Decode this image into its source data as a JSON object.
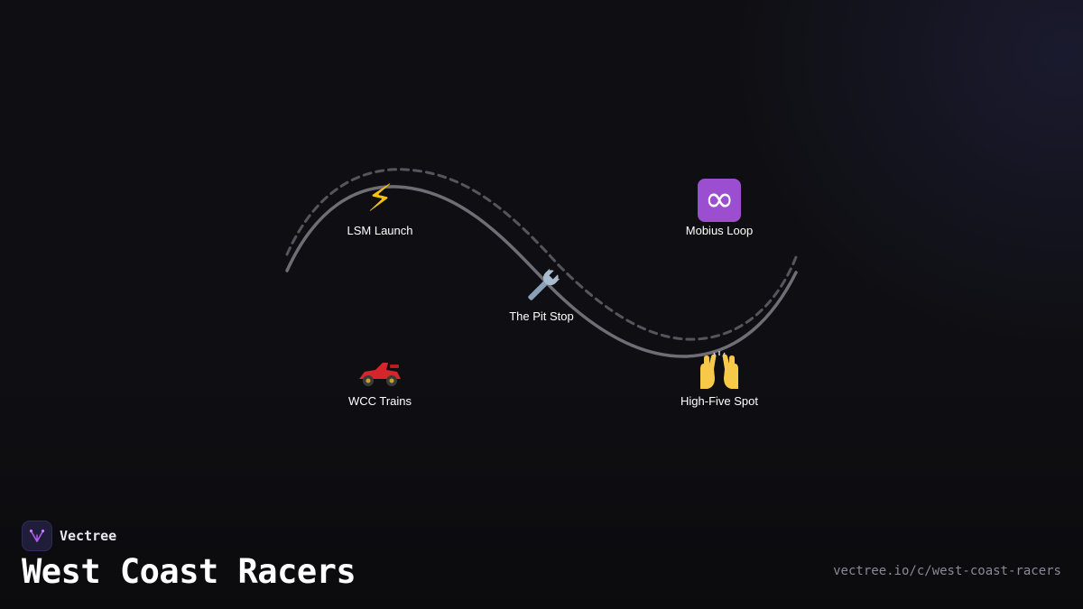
{
  "brand": {
    "name": "Vectree",
    "icon": "vectree-logo-icon"
  },
  "page": {
    "title": "West Coast Racers",
    "url": "vectree.io/c/west-coast-racers"
  },
  "colors": {
    "background": "#0f0f13",
    "track_solid": "#6e6e74",
    "track_dashed": "#55555b",
    "brand_accent": "#9b4fd0"
  },
  "nodes": [
    {
      "id": "lsm-launch",
      "label": "LSM Launch",
      "icon": "lightning-icon"
    },
    {
      "id": "mobius-loop",
      "label": "Mobius Loop",
      "icon": "infinity-icon"
    },
    {
      "id": "pit-stop",
      "label": "The Pit Stop",
      "icon": "wrench-icon"
    },
    {
      "id": "wcc-trains",
      "label": "WCC Trains",
      "icon": "race-car-icon"
    },
    {
      "id": "high-five-spot",
      "label": "High-Five Spot",
      "icon": "raised-hands-icon"
    }
  ]
}
